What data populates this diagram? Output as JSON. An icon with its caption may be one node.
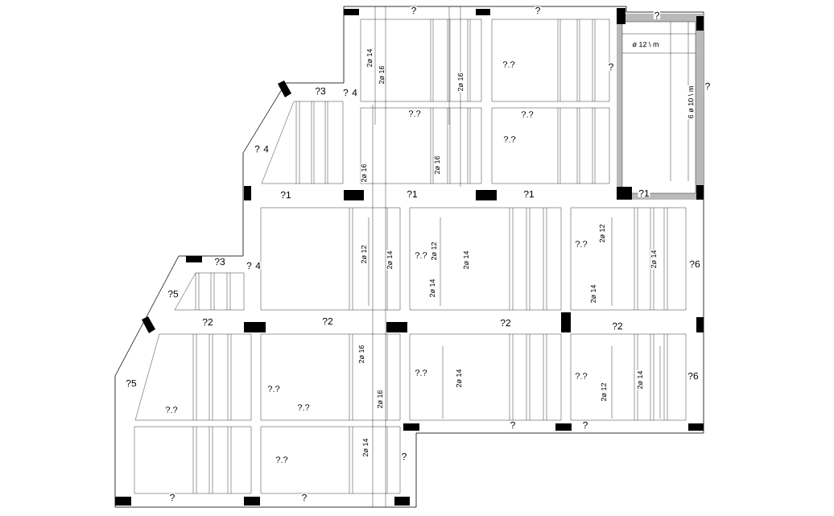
{
  "diagram": {
    "labels": [
      "?",
      "?",
      "?",
      "ø 12 \\ m",
      "2ø 14",
      "?.?",
      "?",
      "2ø 16",
      "2ø 16",
      "?",
      "?3",
      "? 4",
      "6 ø 10 \\ m",
      "?.?",
      "?.?",
      "?.?",
      "? 4",
      "2ø 16",
      "2ø 16",
      "?1",
      "?1",
      "?1",
      "?1",
      "2ø 12",
      "?.?",
      "2ø 12",
      "?.?",
      "2ø 12",
      "2ø 14",
      "2ø 14",
      "2ø 14",
      "?3",
      "? 4",
      "?6",
      "2ø 14",
      "?5",
      "2ø 14",
      "?2",
      "?2",
      "?2",
      "?2",
      "2ø 16",
      "?.?",
      "?.?",
      "?6",
      "2ø 14",
      "2ø 14",
      "?5",
      "?.?",
      "2ø 12",
      "2ø 16",
      "?.?",
      "?.?",
      "?",
      "?",
      "2ø 14",
      "?.?",
      "?",
      "?",
      "?"
    ]
  }
}
